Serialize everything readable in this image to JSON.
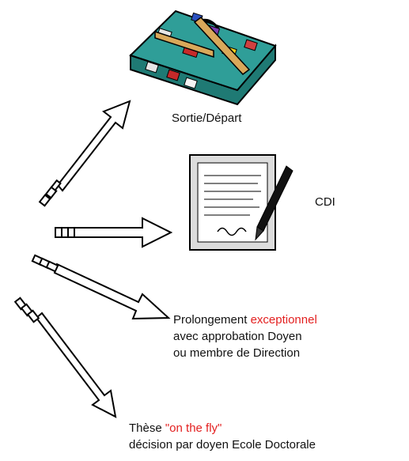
{
  "outcomes": {
    "departure": {
      "label": "Sortie/Départ"
    },
    "cdi": {
      "label": "CDI"
    },
    "extension": {
      "line1_pre": "Prolongement ",
      "line1_red": "exceptionnel",
      "line2": "avec approbation Doyen",
      "line3": "ou membre de Direction"
    },
    "thesis": {
      "line1_pre": "Thèse ",
      "line1_red": "\"on the fly\"",
      "line2": "décision par doyen Ecole Doctorale"
    }
  },
  "colors": {
    "accent": "#e32020",
    "text": "#111111"
  },
  "icons": [
    "suitcase-icon",
    "contract-icon"
  ]
}
